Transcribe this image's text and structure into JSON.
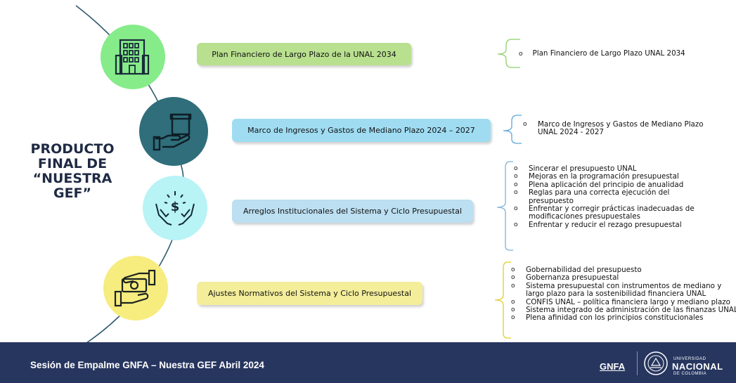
{
  "title_lines": [
    "PRODUCTO",
    "FINAL DE",
    "“NUESTRA",
    "GEF”"
  ],
  "colors": {
    "circle1": "#86ec8a",
    "circle2": "#2f6e7a",
    "circle3": "#b8f3f6",
    "circle4": "#f7ec7e",
    "pill1": "#b9e08f",
    "pill2": "#9fdcf2",
    "pill3": "#bcdff1",
    "pill4": "#f4ee9b",
    "footer": "#27365f"
  },
  "icons": [
    "building-icon",
    "hand-box-icon",
    "hands-money-icon",
    "money-exchange-icon"
  ],
  "items": [
    {
      "label": "Plan Financiero de Largo Plazo de la UNAL 2034"
    },
    {
      "label": "Marco de Ingresos y Gastos de Mediano Plazo 2024 – 2027"
    },
    {
      "label": "Arreglos Institucionales del Sistema y Ciclo Presupuestal"
    },
    {
      "label": "Ajustes Normativos del Sistema y Ciclo Presupuestal"
    }
  ],
  "details": {
    "d1": [
      "Plan Financiero de Largo Plazo UNAL 2034"
    ],
    "d2": [
      "Marco de Ingresos y Gastos de Mediano Plazo",
      "UNAL 2024 - 2027"
    ],
    "d3": [
      [
        "Sincerar el presupuesto UNAL"
      ],
      [
        "Mejoras en la programación presupuestal"
      ],
      [
        "Plena aplicación del principio de anualidad"
      ],
      [
        "Reglas para una correcta ejecución del",
        "presupuesto"
      ],
      [
        "Enfrentar y corregir prácticas inadecuadas de",
        "modificaciones presupuestales"
      ],
      [
        "Enfrentar y reducir el rezago presupuestal"
      ]
    ],
    "d4": [
      [
        "Gobernabilidad del presupuesto"
      ],
      [
        "Gobernanza presupuestal"
      ],
      [
        "Sistema presupuestal con instrumentos de mediano y",
        "largo plazo para la sostenibilidad financiera UNAL"
      ],
      [
        "CONFIS UNAL – política financiera largo y mediano plazo"
      ],
      [
        "Sistema integrado de administración de las finanzas UNAL"
      ],
      [
        "Plena afinidad con los principios constitucionales"
      ]
    ]
  },
  "bullet": "o",
  "footer": {
    "text": "Sesión de Empalme GNFA – Nuestra GEF Abril 2024",
    "gnfa": "GNFA",
    "unal_top": "UNIVERSIDAD",
    "unal_main": "NACIONAL",
    "unal_bottom": "DE COLOMBIA"
  }
}
